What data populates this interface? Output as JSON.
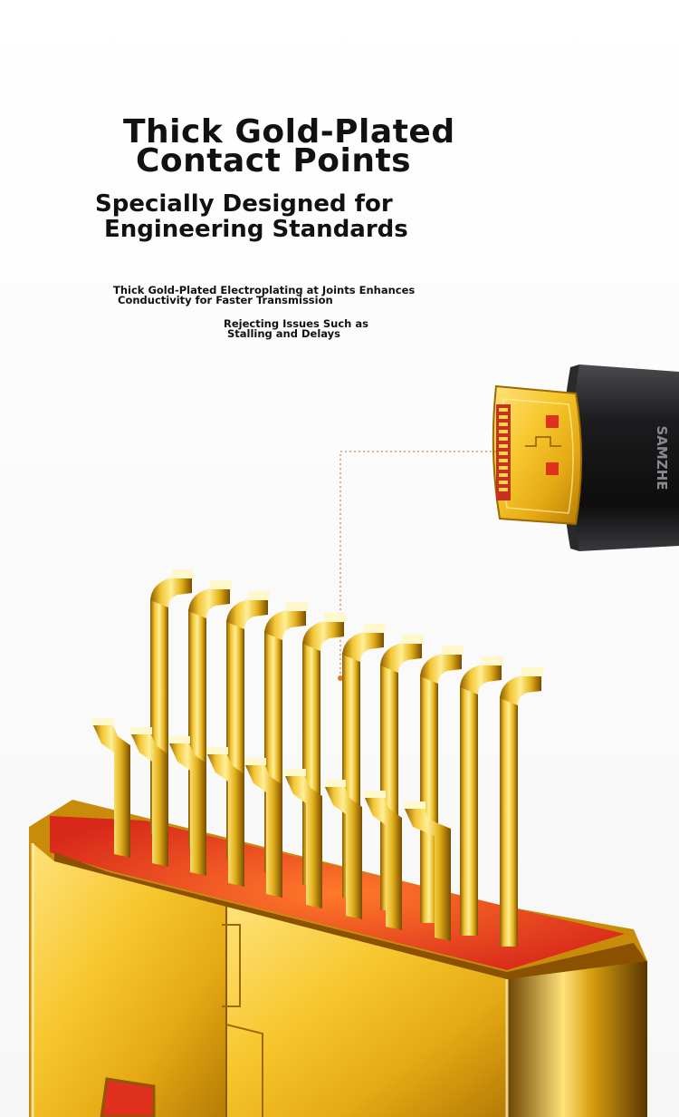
{
  "headline": {
    "line1": "Thick Gold-Plated",
    "line2": "Contact Points"
  },
  "subheadline": {
    "line1": "Specially Designed for",
    "line2": "Engineering Standards"
  },
  "description": {
    "line1a": "Thick Gold-Plated Electroplating at Joints Enhances",
    "line1b": "Conductivity for Faster Transmission",
    "line2a": "Rejecting Issues Such as",
    "line2b": "Stalling and Delays"
  },
  "product": {
    "brand": "SAMZHE",
    "colors": {
      "gold_light": "#ffe98a",
      "gold_mid": "#e4b21a",
      "gold_dark": "#8c5a00",
      "contact_red": "#e0301e",
      "cable_black": "#1c1c1e"
    }
  }
}
